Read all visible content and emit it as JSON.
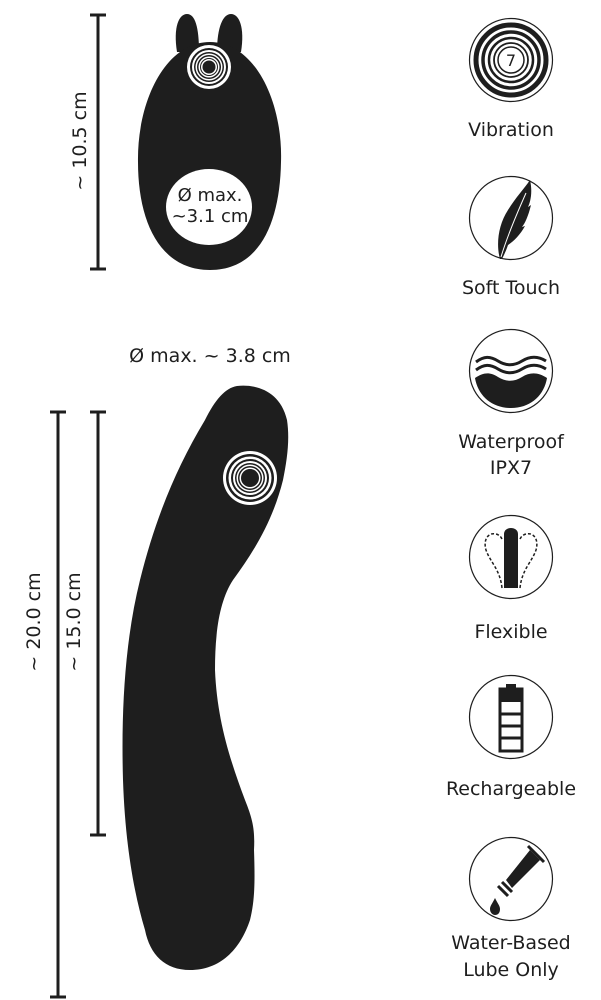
{
  "colors": {
    "product": "#1e1e1e",
    "background": "#ffffff",
    "text": "#1e1e1e"
  },
  "product_top": {
    "height_label": "~ 10.5 cm",
    "ring_diameter_line1": "Ø max.",
    "ring_diameter_line2": "~3.1 cm"
  },
  "product_bottom": {
    "diameter_label": "Ø max. ~ 3.8 cm",
    "total_length_label": "~ 20.0 cm",
    "insertable_length_label": "~ 15.0 cm"
  },
  "features": [
    {
      "icon": "vibration-icon",
      "label": "Vibration",
      "icon_number": "7"
    },
    {
      "icon": "feather-icon",
      "label": "Soft Touch"
    },
    {
      "icon": "water-waves-icon",
      "label": "Waterproof",
      "label_line2": "IPX7"
    },
    {
      "icon": "flexible-icon",
      "label": "Flexible"
    },
    {
      "icon": "battery-icon",
      "label": "Rechargeable"
    },
    {
      "icon": "lube-tube-icon",
      "label": "Water-Based",
      "label_line2": "Lube Only"
    }
  ]
}
